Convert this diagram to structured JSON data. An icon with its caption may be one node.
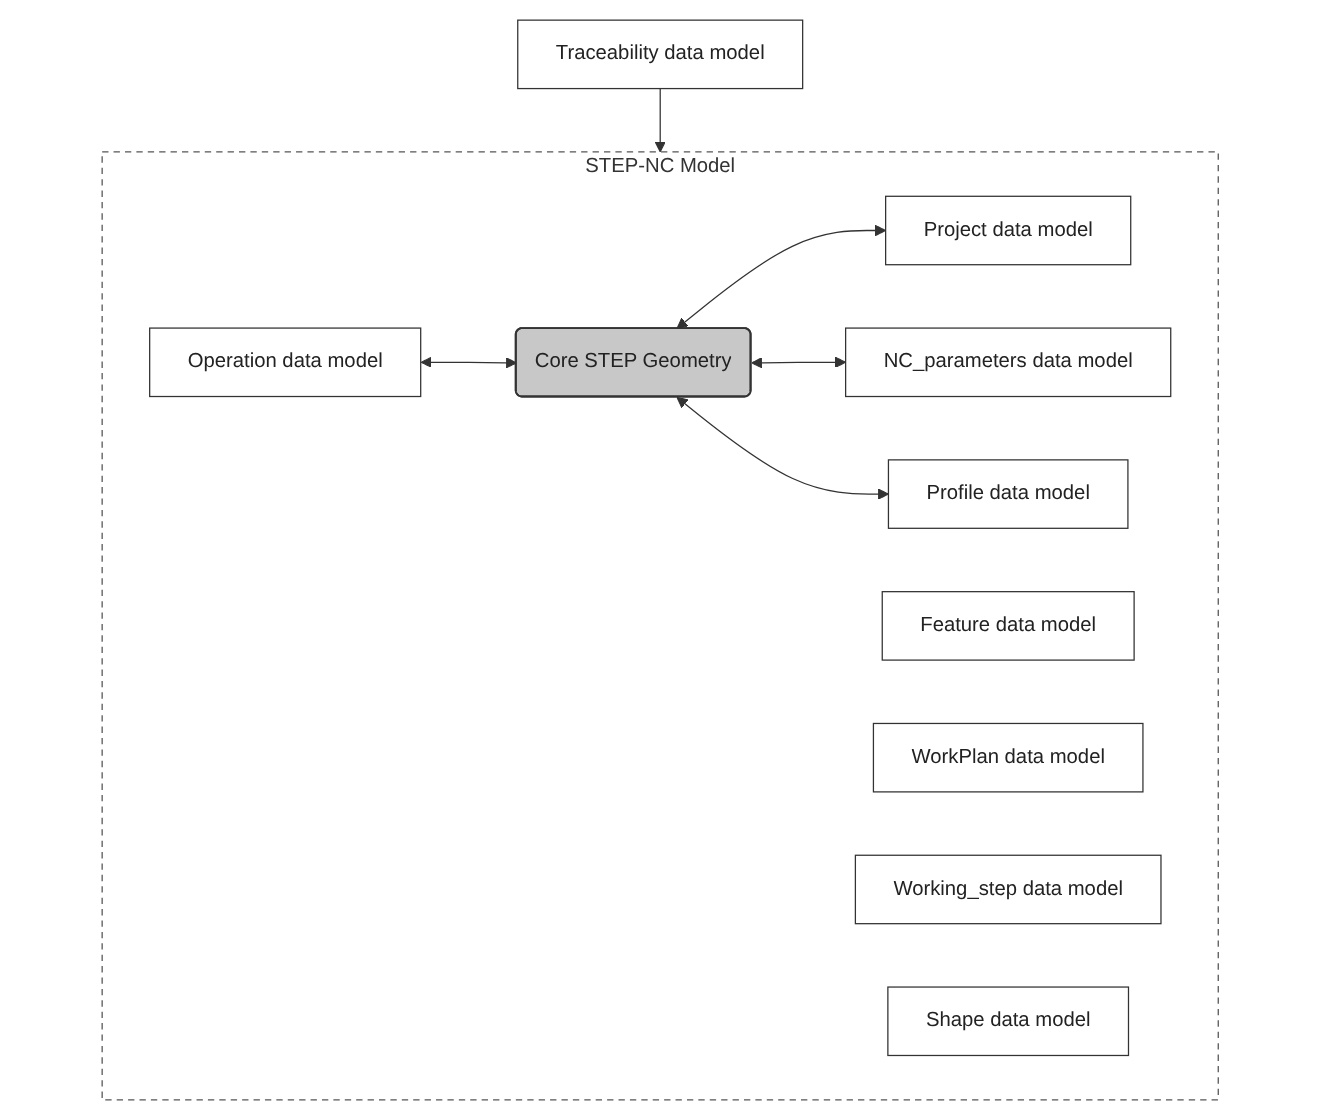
{
  "diagram": {
    "nodes": [
      {
        "text": [
          "STEP-NC Model"
        ]
      },
      {
        "text": [
          "Project data model"
        ],
        "in": 0
      },
      {
        "text": [
          "Feature data model"
        ],
        "in": 0
      },
      {
        "text": [
          "WorkPlan data model"
        ],
        "in": 0
      },
      {
        "text": [
          "Operation data model"
        ],
        "in": 0
      },
      {
        "text": [
          "Core STEP Geometry"
        ],
        "in": 0
      },
      {
        "text": [
          "NC_parameters data model"
        ],
        "in": 0
      },
      {
        "text": [
          "Working_step data model"
        ],
        "in": 0
      },
      {
        "text": [
          "Shape data model"
        ],
        "in": 0
      },
      {
        "text": [
          "Profile data model"
        ],
        "in": 0
      },
      {
        "text": [
          "Traceability data model"
        ]
      }
    ],
    "edges": [
      {
        "from": 5,
        "to": 1,
        "arrow": "both"
      },
      {
        "from": 4,
        "to": 5,
        "arrow": "both"
      },
      {
        "from": 5,
        "to": 6,
        "arrow": "both"
      },
      {
        "from": 5,
        "to": 9,
        "arrow": "both"
      },
      {
        "from": 10,
        "to": 0,
        "arrow": "to"
      }
    ]
  }
}
